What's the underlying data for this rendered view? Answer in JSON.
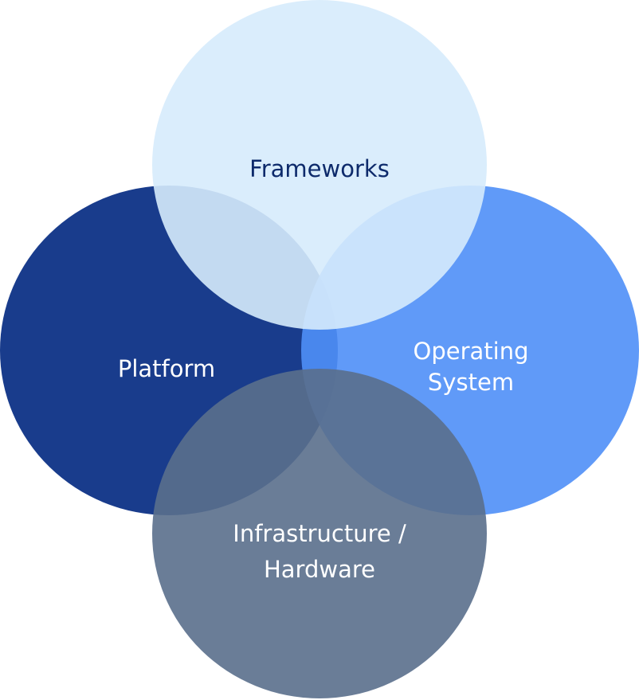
{
  "diagram": {
    "labels": {
      "frameworks": "Frameworks",
      "platform": "Platform",
      "operating_system_line1": "Operating",
      "operating_system_line2": "System",
      "infrastructure_line1": "Infrastructure /",
      "infrastructure_line2": "Hardware"
    },
    "colors": {
      "platform": "#002780",
      "operating_system": "#4f8ff7",
      "infrastructure": "#5a6f8c",
      "frameworks": "#d6ebfc",
      "frameworks_text": "#0d2a6b",
      "light_text": "#ffffff"
    }
  }
}
